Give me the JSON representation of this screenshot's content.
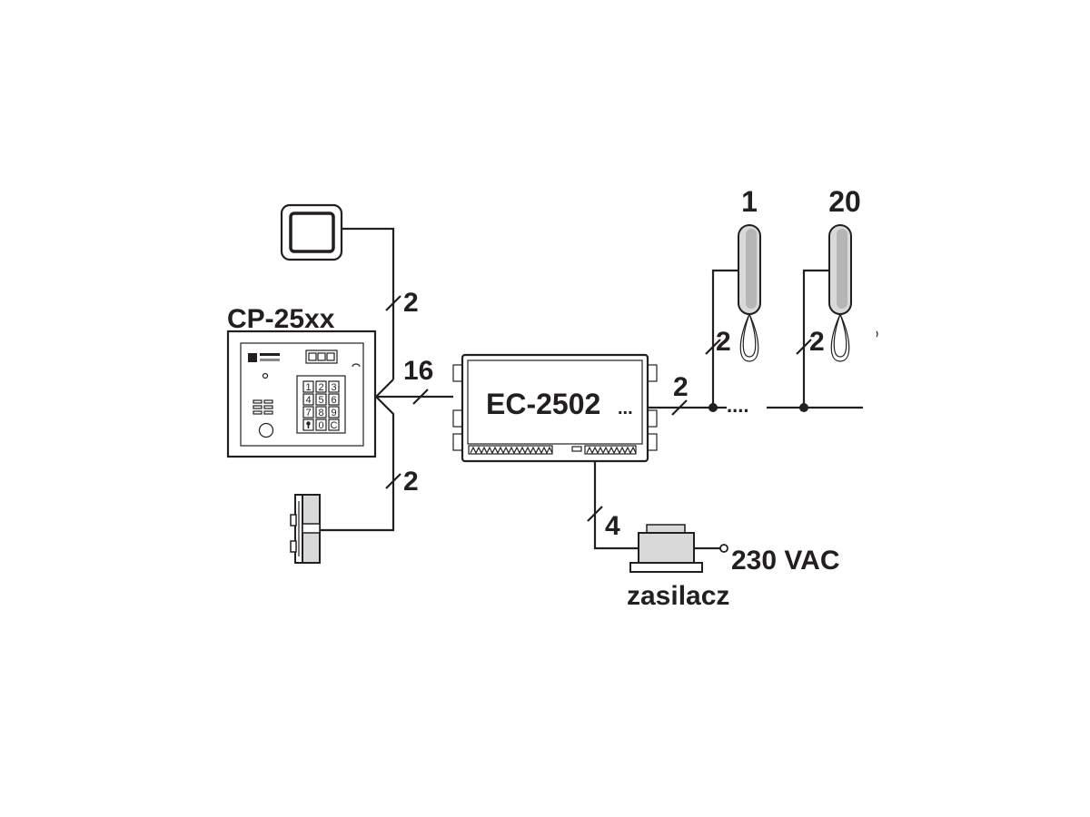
{
  "labels": {
    "panel": "CP-25xx",
    "controller": "EC-2502",
    "controller_suffix": "...",
    "dots": "....",
    "handset_first": "1",
    "handset_last": "20",
    "power_supply": "zasilacz",
    "mains": "230 VAC"
  },
  "wire_counts": {
    "button": "2",
    "panel_bus": "16",
    "lock": "2",
    "bus": "2",
    "handset_first": "2",
    "handset_last": "2",
    "power": "4"
  },
  "keypad": [
    "1",
    "2",
    "3",
    "4",
    "5",
    "6",
    "7",
    "8",
    "9",
    "key",
    "0",
    "C"
  ],
  "icons": [
    "push-button-icon",
    "door-panel-icon",
    "electric-lock-icon",
    "controller-unit-icon",
    "handset-icon",
    "power-supply-icon"
  ],
  "colors": {
    "ink": "#231f20",
    "fill_gray": "#d9d9d9",
    "dark_gray": "#8a8a8a"
  }
}
